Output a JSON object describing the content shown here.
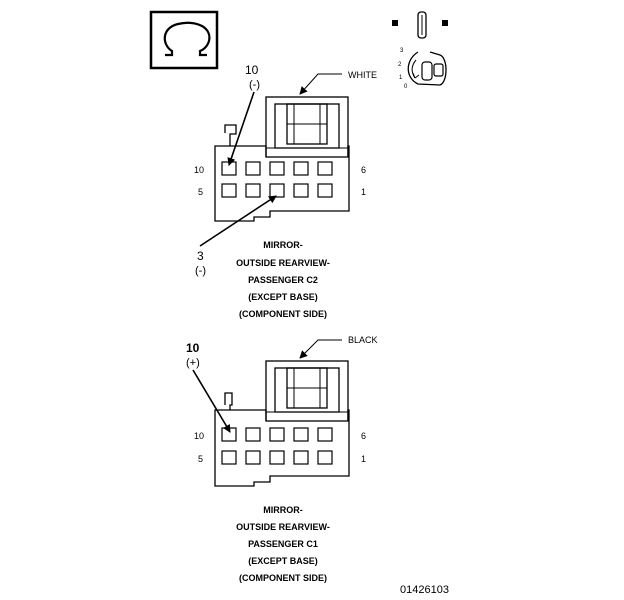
{
  "figure_id": "01426103",
  "connectors": [
    {
      "lock_color": "WHITE",
      "callouts": [
        {
          "pin": "10",
          "polarity": "(-)"
        },
        {
          "pin": "3",
          "polarity": "(-)"
        }
      ],
      "pin_labels": {
        "top_left": "10",
        "top_right": "6",
        "bottom_left": "5",
        "bottom_right": "1"
      },
      "caption": [
        "MIRROR-",
        "OUTSIDE REARVIEW-",
        "PASSENGER C2",
        "(EXCEPT BASE)",
        "(COMPONENT SIDE)"
      ]
    },
    {
      "lock_color": "BLACK",
      "callouts": [
        {
          "pin": "10",
          "polarity": "(+)"
        }
      ],
      "pin_labels": {
        "top_left": "10",
        "top_right": "6",
        "bottom_left": "5",
        "bottom_right": "1"
      },
      "caption": [
        "MIRROR-",
        "OUTSIDE REARVIEW-",
        "PASSENGER C1",
        "(EXCEPT BASE)",
        "(COMPONENT SIDE)"
      ]
    }
  ],
  "key_positions": [
    "3",
    "2",
    "1",
    "0"
  ],
  "icons": [
    "omega-symbol-icon",
    "key-position-icon"
  ]
}
